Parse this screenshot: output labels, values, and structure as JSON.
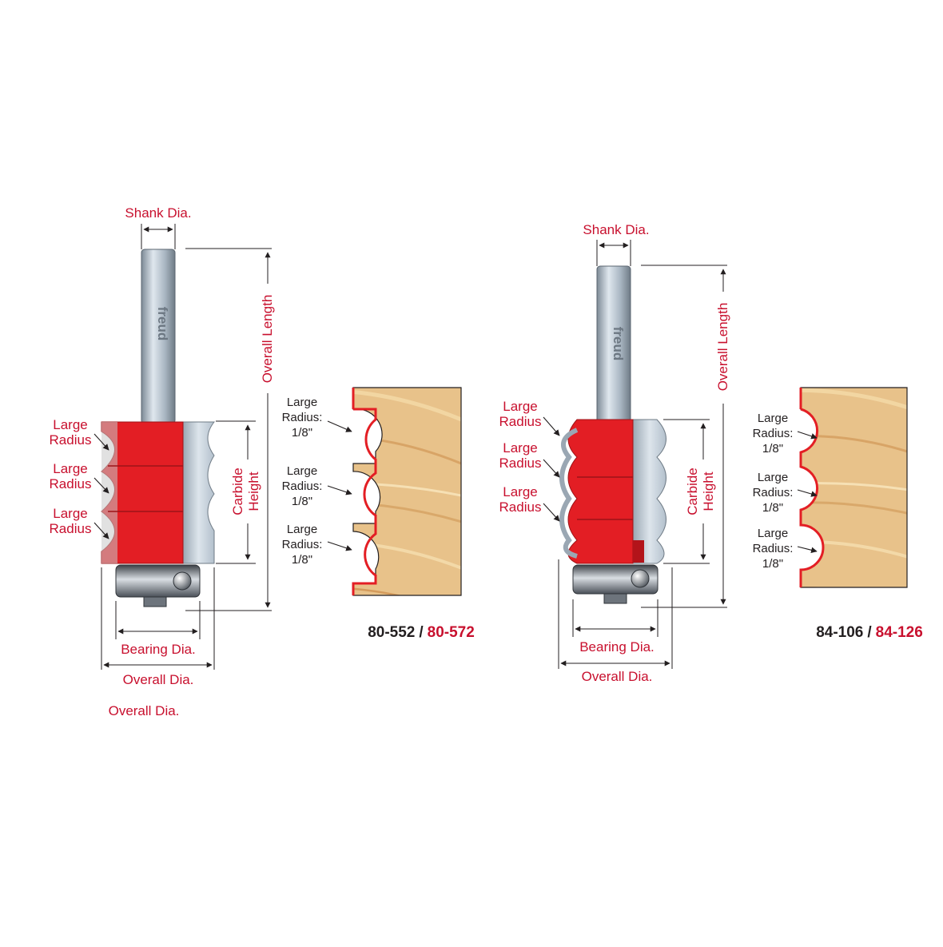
{
  "colors": {
    "accent_red": "#e31e24",
    "label_red": "#c8102e",
    "steel": "#b9c6d2",
    "wood": "#e9c48a",
    "ink": "#231f20"
  },
  "brand": {
    "logo_text": "freud"
  },
  "left_bit": {
    "shank_dia": "Shank Dia.",
    "overall_length": "Overall Length",
    "carbide_height_line1": "Carbide",
    "carbide_height_line2": "Height",
    "bearing_dia": "Bearing Dia.",
    "overall_dia": "Overall Dia.",
    "radius_labels": [
      {
        "line1": "Large",
        "line2": "Radius"
      },
      {
        "line1": "Large",
        "line2": "Radius"
      },
      {
        "line1": "Large",
        "line2": "Radius"
      }
    ],
    "stray_label": "Overall Dia."
  },
  "left_profile": {
    "callouts": [
      {
        "line1": "Large",
        "line2": "Radius:",
        "line3": "1/8\""
      },
      {
        "line1": "Large",
        "line2": "Radius:",
        "line3": "1/8\""
      },
      {
        "line1": "Large",
        "line2": "Radius:",
        "line3": "1/8\""
      }
    ],
    "part_black": "80-552",
    "separator": "/",
    "part_red": "80-572"
  },
  "right_bit": {
    "shank_dia": "Shank Dia.",
    "overall_length": "Overall Length",
    "carbide_height_line1": "Carbide",
    "carbide_height_line2": "Height",
    "bearing_dia": "Bearing Dia.",
    "overall_dia": "Overall Dia.",
    "radius_labels": [
      {
        "line1": "Large",
        "line2": "Radius"
      },
      {
        "line1": "Large",
        "line2": "Radius"
      },
      {
        "line1": "Large",
        "line2": "Radius"
      }
    ]
  },
  "right_profile": {
    "callouts": [
      {
        "line1": "Large",
        "line2": "Radius:",
        "line3": "1/8\""
      },
      {
        "line1": "Large",
        "line2": "Radius:",
        "line3": "1/8\""
      },
      {
        "line1": "Large",
        "line2": "Radius:",
        "line3": "1/8\""
      }
    ],
    "part_black": "84-106",
    "separator": "/",
    "part_red": "84-126"
  }
}
